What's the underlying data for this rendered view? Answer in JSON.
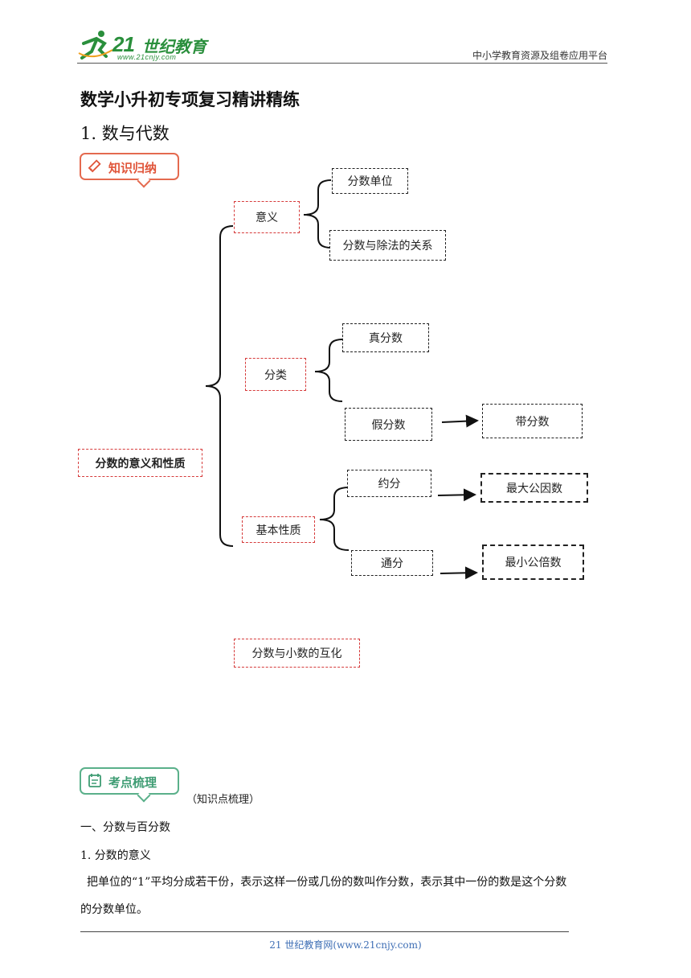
{
  "header": {
    "logo_number": "21",
    "logo_text": "世纪教育",
    "logo_url": "www.21cnjy.com",
    "right_text": "中小学教育资源及组卷应用平台"
  },
  "doc_title": "数学小升初专项复习精讲精练",
  "section_title": "1. 数与代数",
  "badge_knowledge": "知识归纳",
  "mindmap": {
    "root": "分数的意义和性质",
    "meaning": "意义",
    "unit": "分数单位",
    "division": "分数与除法的关系",
    "classification": "分类",
    "proper": "真分数",
    "improper": "假分数",
    "mixed": "带分数",
    "basic_property": "基本性质",
    "reduce": "约分",
    "gcd": "最大公因数",
    "common_denominator": "通分",
    "lcm": "最小公倍数",
    "conversion": "分数与小数的互化"
  },
  "badge_points": "考点梳理",
  "points_note": "（知识点梳理）",
  "content": {
    "heading1": "一、分数与百分数",
    "heading2": "1. 分数的意义",
    "para_line1": "把单位的“1”平均分成若干份，表示这样一份或几份的数叫作分数，表示其中一份的数是这个分数",
    "para_line2": "的分数单位。"
  },
  "footer": "21 世纪教育网(www.21cnjy.com)"
}
